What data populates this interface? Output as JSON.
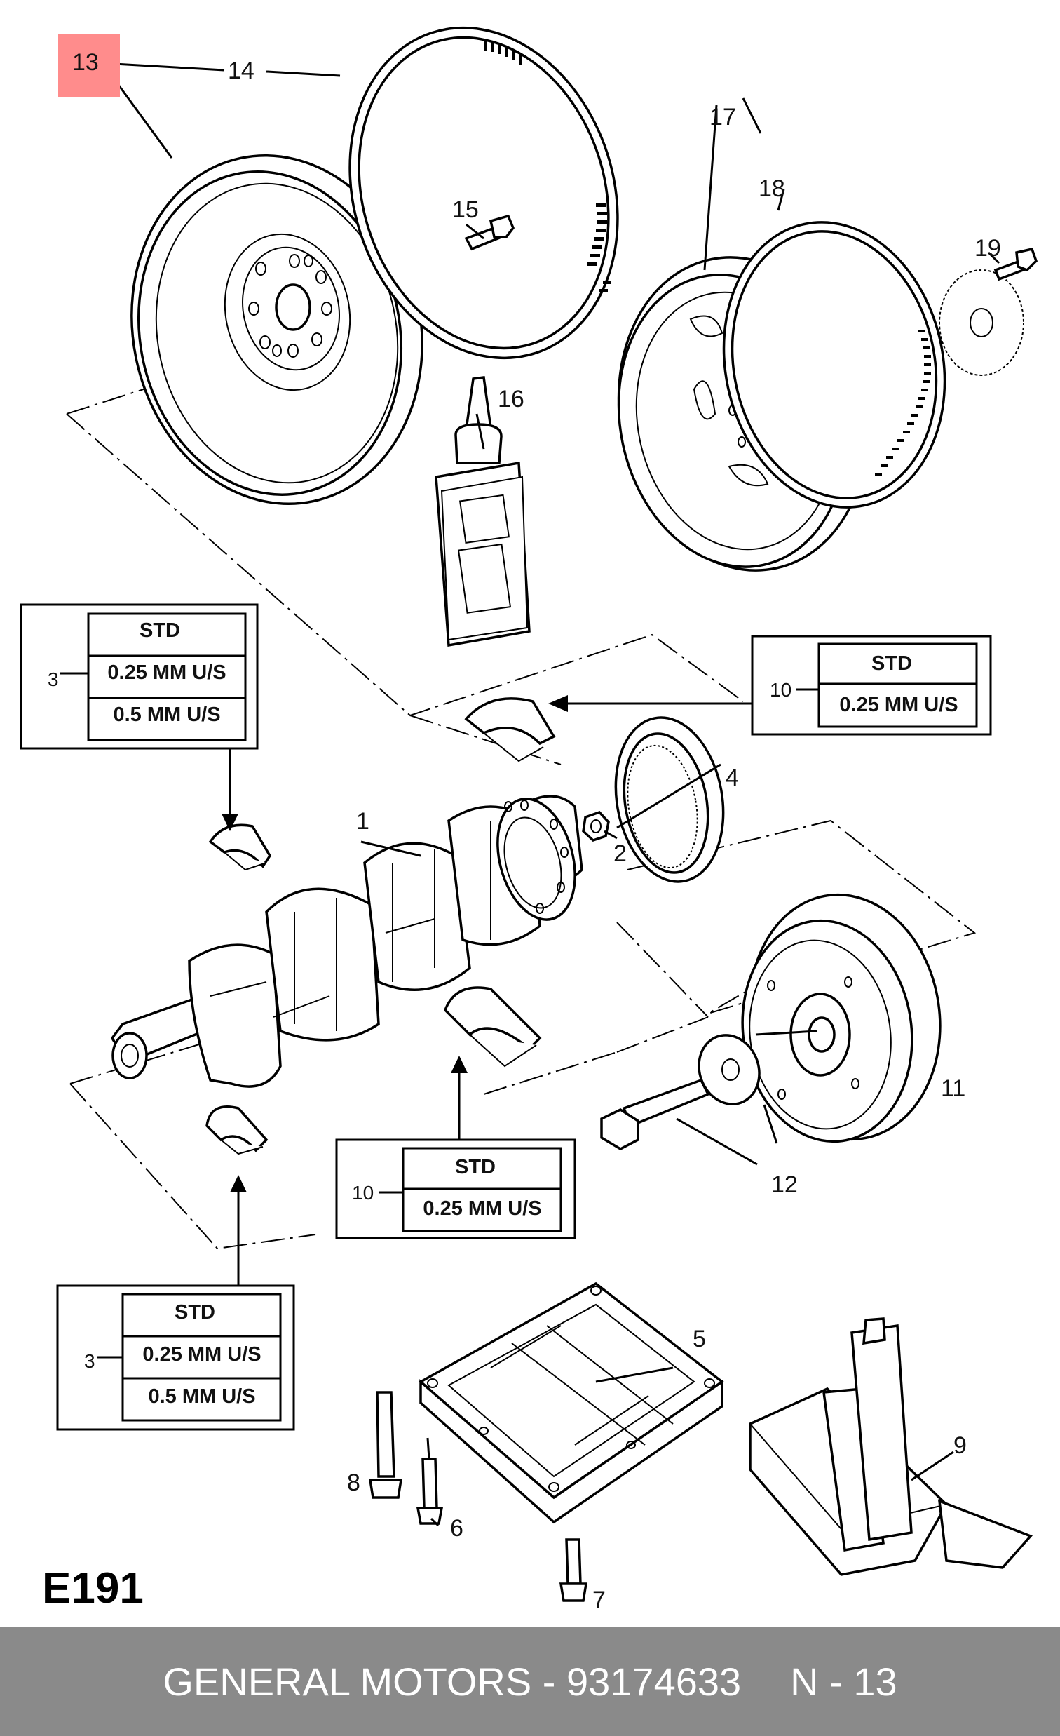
{
  "diagram_code": "E191",
  "highlight_color": "#ff8c8c",
  "callouts": {
    "p1": "1",
    "p2": "2",
    "p3a": "3",
    "p3b": "3",
    "p4": "4",
    "p5": "5",
    "p6": "6",
    "p7": "7",
    "p8": "8",
    "p9": "9",
    "p10a": "10",
    "p10b": "10",
    "p11": "11",
    "p12": "12",
    "p13": "13",
    "p14": "14",
    "p15": "15",
    "p16": "16",
    "p17": "17",
    "p18": "18",
    "p19": "19"
  },
  "tables": {
    "t3_top": [
      "STD",
      "0.25  MM U/S",
      "0.5  MM U/S"
    ],
    "t10_right": [
      "STD",
      "0.25  MM U/S"
    ],
    "t10_bottom": [
      "STD",
      "0.25  MM U/S"
    ],
    "t3_bottom": [
      "STD",
      "0.25  MM U/S",
      "0.5  MM U/S"
    ]
  },
  "footer": {
    "brand": "GENERAL MOTORS - 93174633",
    "page": "N - 13"
  }
}
